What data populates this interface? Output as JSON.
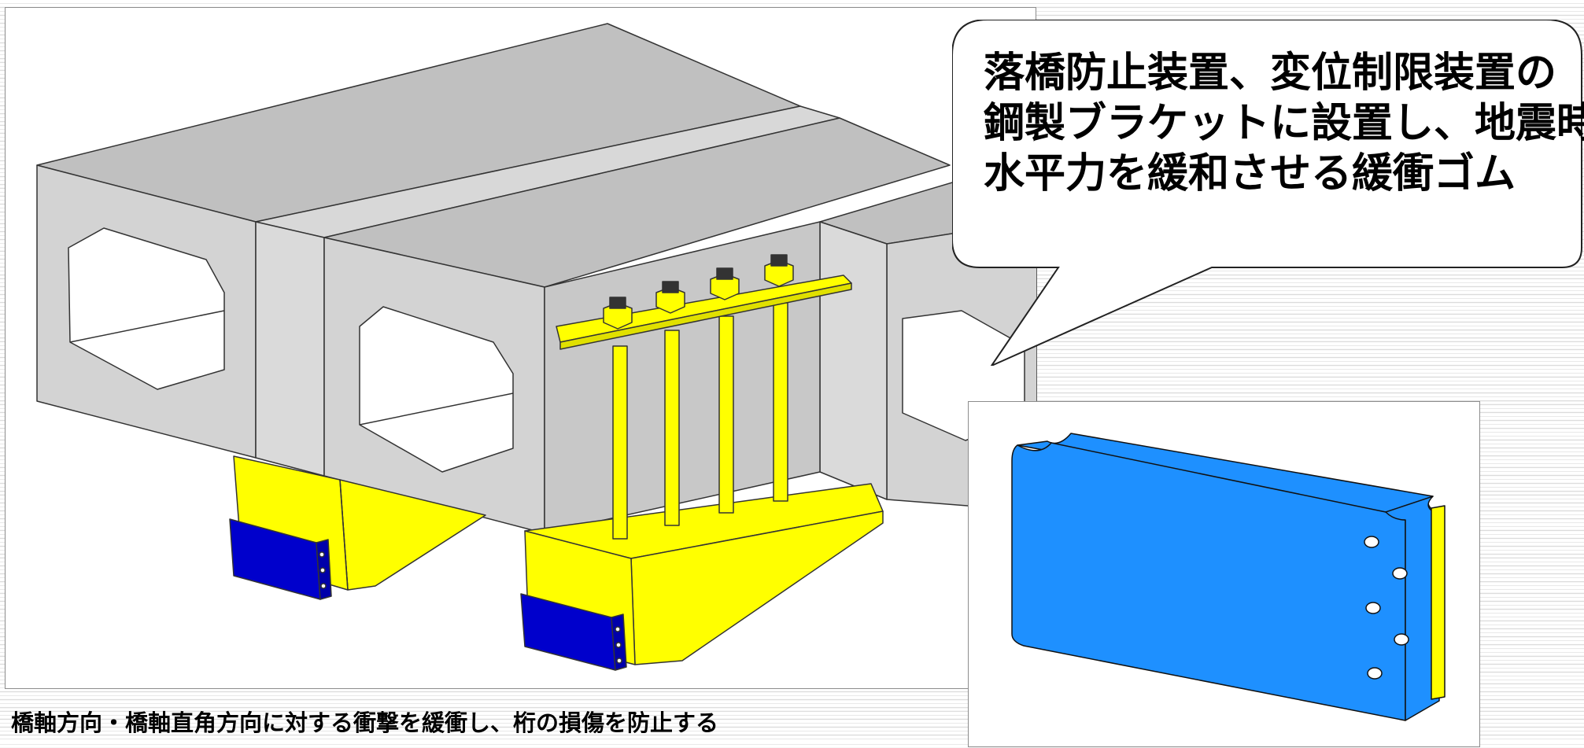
{
  "callout": {
    "lines": [
      "落橋防止装置、変位制限装置の",
      "鋼製ブラケットに設置し、地震時",
      "水平力を緩和させる緩衝ゴム"
    ]
  },
  "caption": "橋軸方向・橋軸直角方向に対する衝撃を緩衝し、桁の損傷を防止する",
  "colors": {
    "concrete_top": "#c0c0c0",
    "concrete_side": "#d3d3d3",
    "bracket": "#ffff00",
    "pad": "#0000cc",
    "rubber": "#1e90ff"
  }
}
